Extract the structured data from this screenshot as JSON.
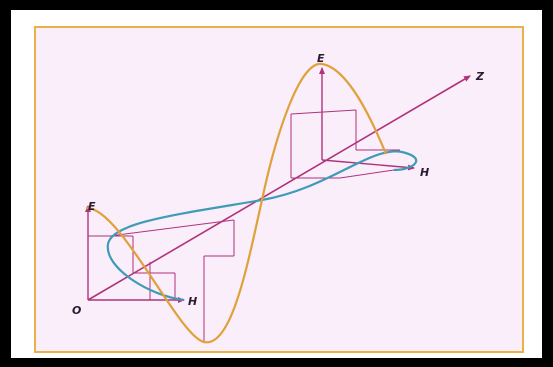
{
  "diagram": {
    "labels": {
      "e_top": "E",
      "z_axis": "Z",
      "h_right": "H",
      "e_left": "E",
      "h_left": "H",
      "origin": "O"
    },
    "colors": {
      "e_wave": "#e0a13a",
      "h_wave": "#3f9bb8",
      "axes": "#b0337a",
      "panel_border": "#e9b14a",
      "panel_fill": "#f9eefa",
      "outer_frame": "#000000"
    }
  }
}
